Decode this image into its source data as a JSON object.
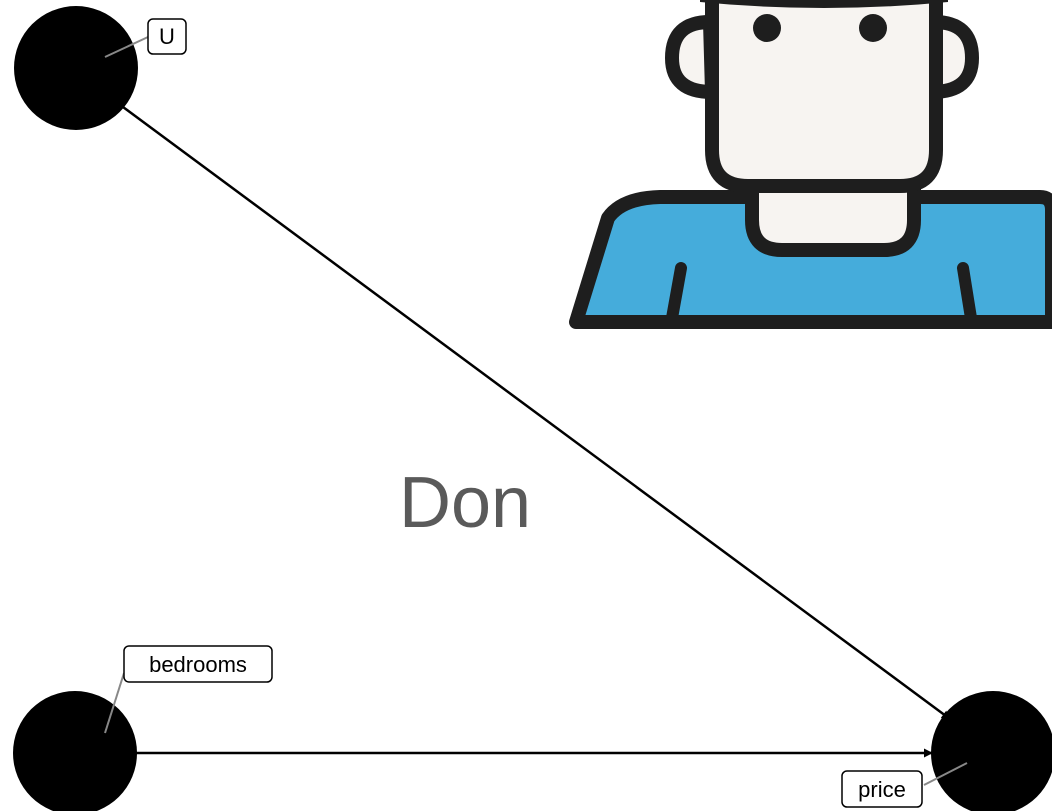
{
  "diagram": {
    "caption": "Don",
    "nodes": [
      {
        "id": "U",
        "label": "U"
      },
      {
        "id": "bedrooms",
        "label": "bedrooms"
      },
      {
        "id": "price",
        "label": "price"
      }
    ],
    "edges": [
      {
        "from": "U",
        "to": "price"
      },
      {
        "from": "bedrooms",
        "to": "price"
      }
    ]
  },
  "illustration": {
    "icon": "person-avatar-icon",
    "colors": {
      "shirt": "#45ACDB",
      "skin": "#F7F4F1",
      "outline": "#1E1E1E"
    }
  }
}
